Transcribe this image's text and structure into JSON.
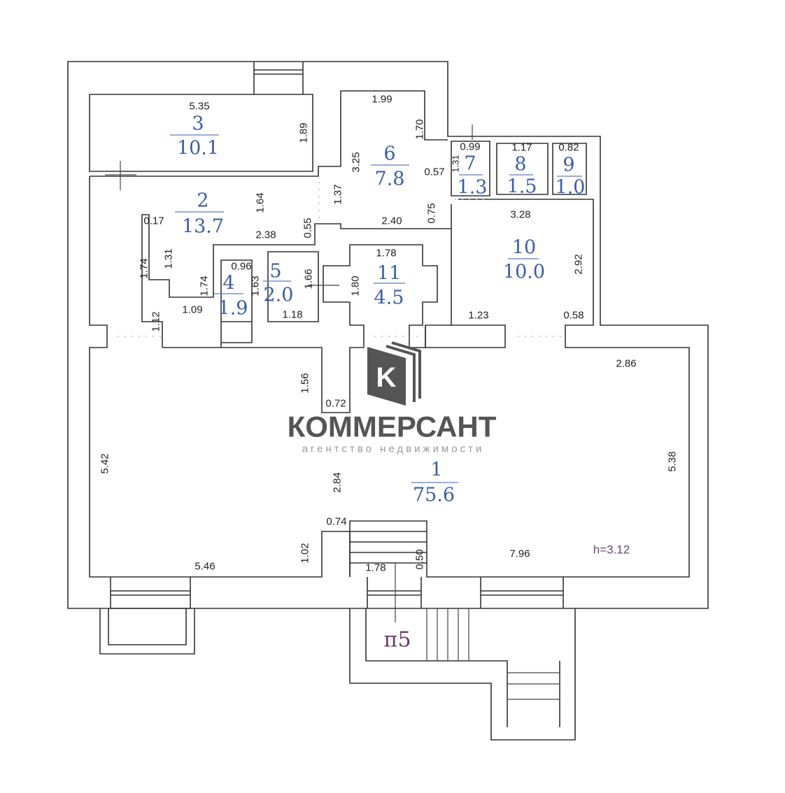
{
  "rooms": [
    {
      "number": "1",
      "area": "75.6"
    },
    {
      "number": "2",
      "area": "13.7"
    },
    {
      "number": "3",
      "area": "10.1"
    },
    {
      "number": "4",
      "area": "1.9"
    },
    {
      "number": "5",
      "area": "2.0"
    },
    {
      "number": "6",
      "area": "7.8"
    },
    {
      "number": "7",
      "area": "1.3"
    },
    {
      "number": "8",
      "area": "1.5"
    },
    {
      "number": "9",
      "area": "1.0"
    },
    {
      "number": "10",
      "area": "10.0"
    },
    {
      "number": "11",
      "area": "4.5"
    }
  ],
  "dimensions": [
    "5.35",
    "1.89",
    "1.99",
    "1.70",
    "3.25",
    "0.57",
    "1.31",
    "0.99",
    "1.17",
    "0.82",
    "1.37",
    "1.64",
    "2.40",
    "0.75",
    "0.55",
    "0.17",
    "2.38",
    "3.28",
    "2.92",
    "1.74",
    "1.31",
    "1.74",
    "0.96",
    "1.63",
    "1.66",
    "1.78",
    "1.80",
    "1.09",
    "1.18",
    "1.23",
    "0.58",
    "1.12",
    "2.86",
    "1.56",
    "0.72",
    "5.42",
    "2.84",
    "5.38",
    "0.74",
    "1.02",
    "5.46",
    "1.78",
    "0.50",
    "7.96"
  ],
  "ceiling_height": "h=3.12",
  "stairwell_label": "п5",
  "watermark": {
    "name": "КОММЕРСАНТ",
    "tagline": "агентство недвижимости",
    "initial": "K"
  },
  "colors": {
    "room_label": "#3a5ea8",
    "walls": "#333333",
    "watermark": "#555555"
  }
}
